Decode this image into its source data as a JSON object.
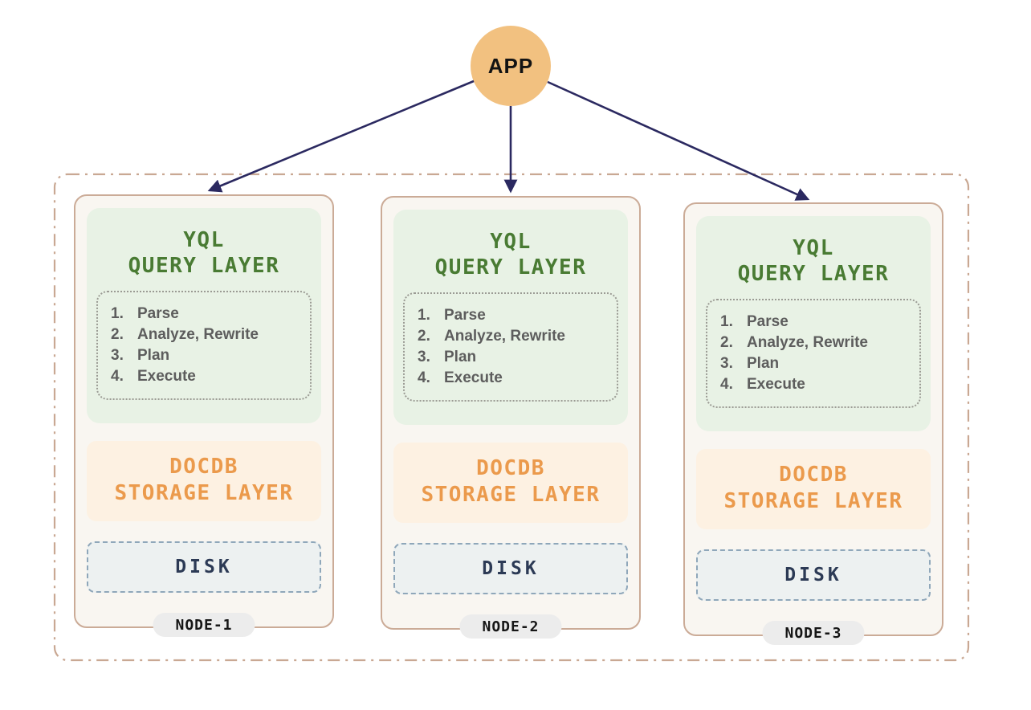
{
  "app": {
    "label": "APP"
  },
  "cluster": {
    "node_count": 3
  },
  "nodes": [
    {
      "name": "NODE-1",
      "query_layer": {
        "title_line1": "YQL",
        "title_line2": "QUERY LAYER",
        "steps": [
          {
            "num": "1.",
            "label": "Parse"
          },
          {
            "num": "2.",
            "label": "Analyze, Rewrite"
          },
          {
            "num": "3.",
            "label": "Plan"
          },
          {
            "num": "4.",
            "label": "Execute"
          }
        ]
      },
      "storage_layer": {
        "title_line1": "DOCDB",
        "title_line2": "STORAGE LAYER"
      },
      "disk": {
        "label": "DISK"
      }
    },
    {
      "name": "NODE-2",
      "query_layer": {
        "title_line1": "YQL",
        "title_line2": "QUERY LAYER",
        "steps": [
          {
            "num": "1.",
            "label": "Parse"
          },
          {
            "num": "2.",
            "label": "Analyze, Rewrite"
          },
          {
            "num": "3.",
            "label": "Plan"
          },
          {
            "num": "4.",
            "label": "Execute"
          }
        ]
      },
      "storage_layer": {
        "title_line1": "DOCDB",
        "title_line2": "STORAGE LAYER"
      },
      "disk": {
        "label": "DISK"
      }
    },
    {
      "name": "NODE-3",
      "query_layer": {
        "title_line1": "YQL",
        "title_line2": "QUERY LAYER",
        "steps": [
          {
            "num": "1.",
            "label": "Parse"
          },
          {
            "num": "2.",
            "label": "Analyze, Rewrite"
          },
          {
            "num": "3.",
            "label": "Plan"
          },
          {
            "num": "4.",
            "label": "Execute"
          }
        ]
      },
      "storage_layer": {
        "title_line1": "DOCDB",
        "title_line2": "STORAGE LAYER"
      },
      "disk": {
        "label": "DISK"
      }
    }
  ],
  "colors": {
    "app_fill": "#f2c180",
    "arrow": "#2b2960",
    "cluster_border": "#c9a893",
    "card_bg": "#f9f6f1",
    "card_border": "#cbab97",
    "query_bg": "#e8f2e5",
    "query_text": "#497b33",
    "storage_bg": "#fdf1e2",
    "storage_text": "#eb9a4c",
    "disk_bg": "#edf1f1",
    "disk_border": "#8fa7ba",
    "disk_text": "#2c3a55",
    "badge_bg": "#ececec"
  }
}
